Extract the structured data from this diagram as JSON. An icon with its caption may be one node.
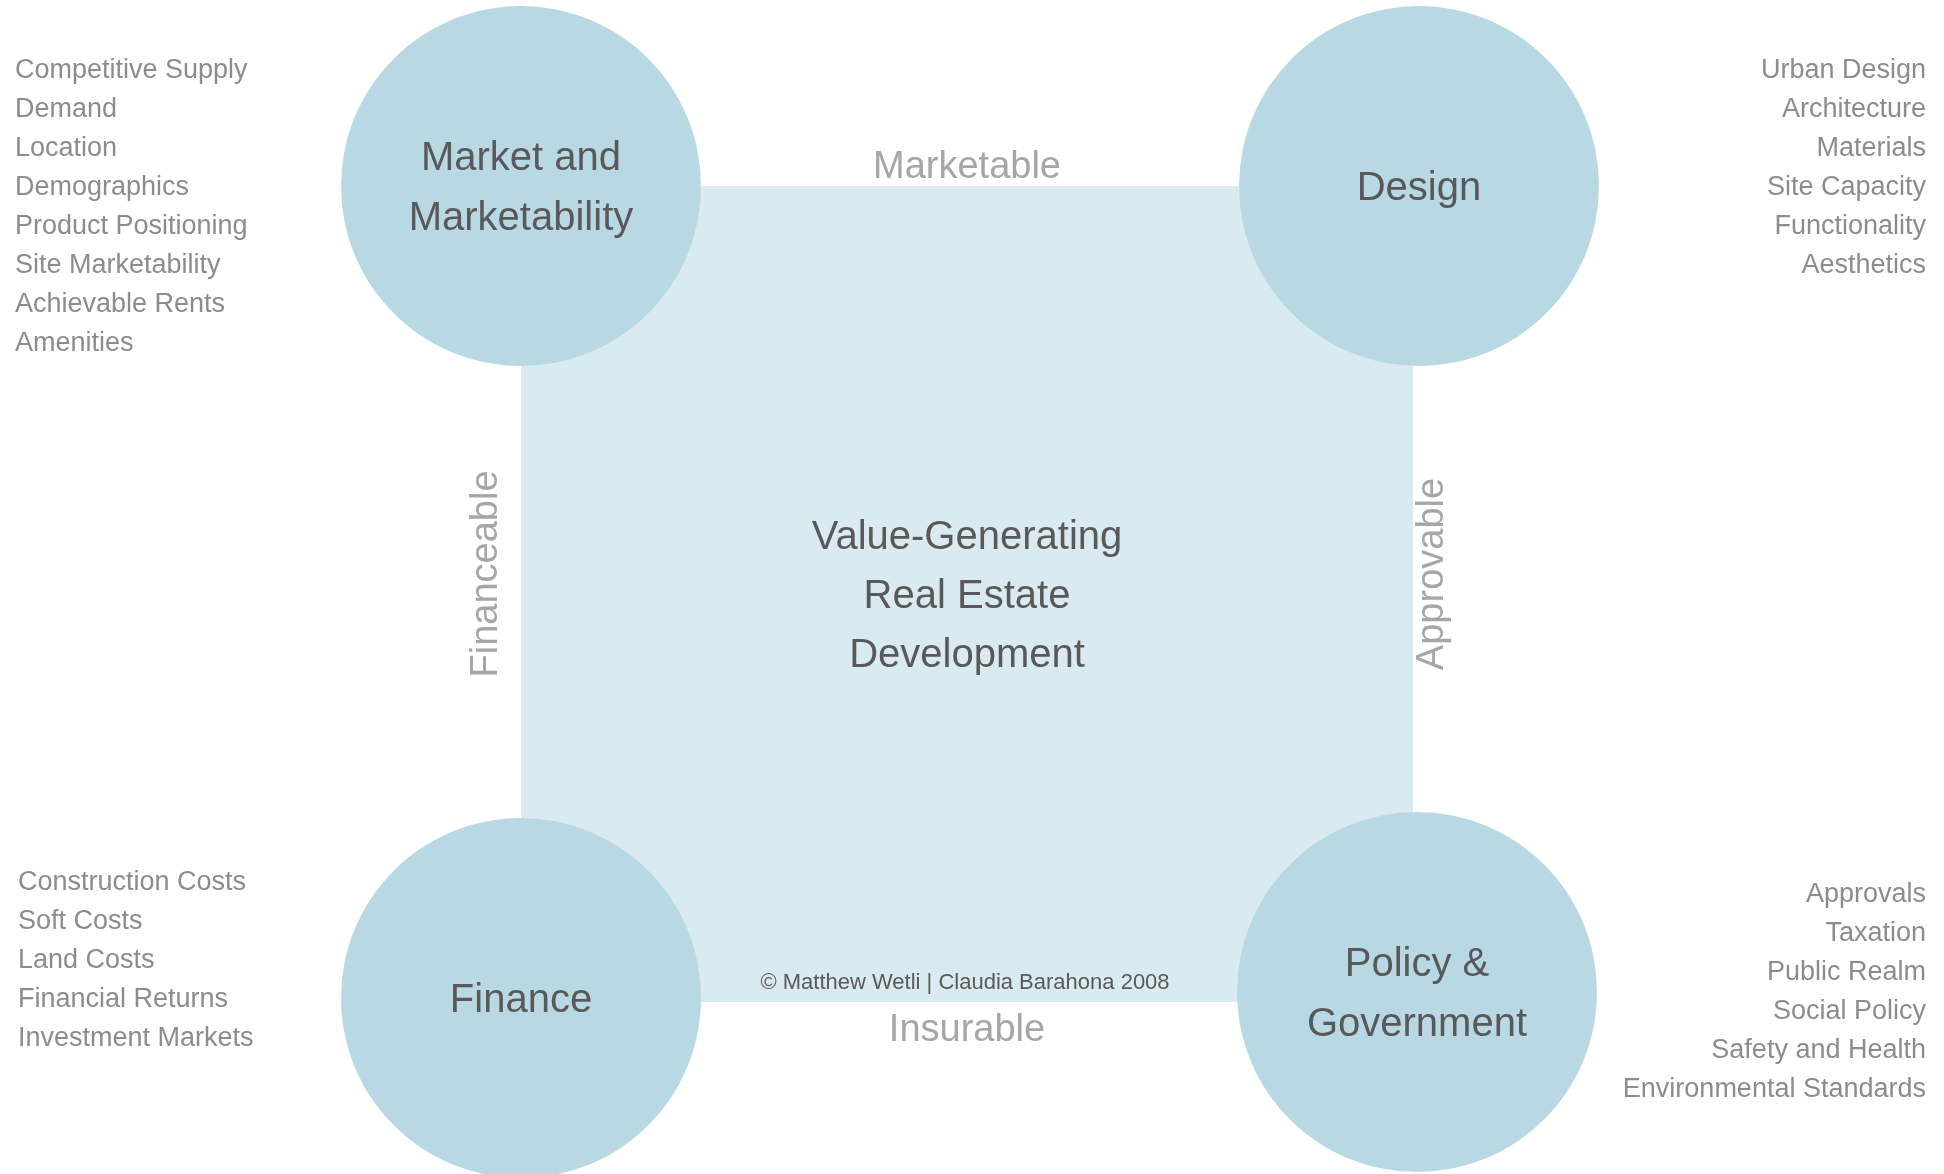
{
  "diagram": {
    "nodes": [
      {
        "text": [
          "Market and Marketability"
        ],
        "beside": [
          "Competitive Supply",
          "Demand",
          "Location",
          "Demographics",
          "Product Positioning",
          "Site Marketability",
          "Achievable Rents",
          "Amenities"
        ]
      },
      {
        "text": [
          "Design"
        ],
        "beside": [
          "Urban Design",
          "Architecture",
          "Materials",
          "Site Capacity",
          "Functionality",
          "Aesthetics"
        ]
      },
      {
        "text": [
          "Value-Generating Real Estate Development"
        ]
      },
      {
        "text": [
          "Finance"
        ],
        "beside": [
          "Construction Costs",
          "Soft Costs",
          "Land Costs",
          "Financial Returns",
          "Investment Markets"
        ]
      },
      {
        "text": [
          "Policy & Government"
        ],
        "beside": [
          "Approvals",
          "Taxation",
          "Public Realm",
          "Social Policy",
          "Safety and Health",
          "Environmental Standards"
        ]
      }
    ],
    "labels": [
      "Marketable",
      "Financeable",
      "Approvable",
      "© Matthew Wetli | Claudia Barahona 2008",
      "Insurable"
    ]
  }
}
